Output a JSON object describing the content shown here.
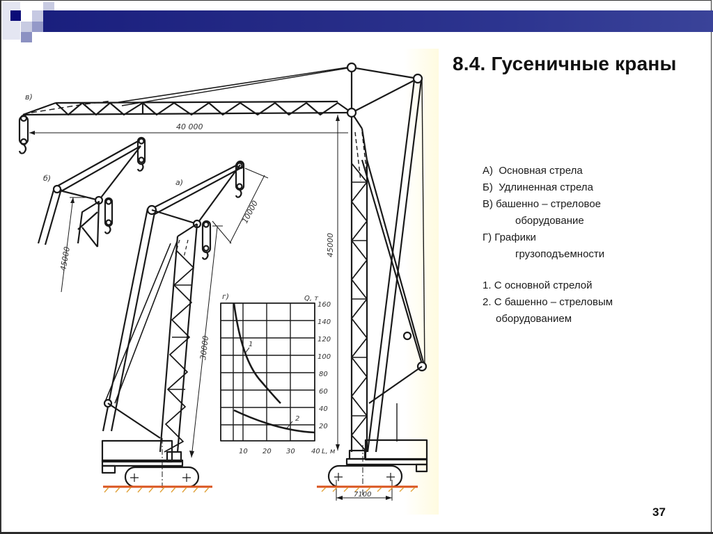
{
  "slide": {
    "title": "8.4. Гусеничные краны",
    "page_number": "37",
    "accent_color": "#1a1f7e"
  },
  "legend_items": [
    {
      "id": "a",
      "marker": "А)",
      "text": "Основная стрела",
      "continuation": ""
    },
    {
      "id": "b",
      "marker": "Б)",
      "text": "Удлиненная стрела",
      "continuation": ""
    },
    {
      "id": "v",
      "marker": "В)",
      "text": "башенно – стреловое",
      "continuation": "оборудование"
    },
    {
      "id": "g",
      "marker": "Г)",
      "text": "Графики",
      "continuation": "грузоподъемности"
    }
  ],
  "graph_curves": [
    {
      "marker": "1.",
      "text": "С основной стрелой",
      "continuation": ""
    },
    {
      "marker": "2.",
      "text": "С башенно – стреловым",
      "continuation": "оборудованием"
    }
  ],
  "diagram": {
    "variant_labels": {
      "a": "а)",
      "b": "б)",
      "v": "в)",
      "g": "г)"
    },
    "dimensions": {
      "tower_jib_reach": "40 000",
      "extended_boom_height": "45000",
      "tower_height": "45000",
      "main_boom_length": "30000",
      "jib_length": "10000",
      "track_base": "7100"
    },
    "load_chart": {
      "y_axis_label": "Q, т",
      "x_axis_label": "L, м",
      "y_ticks": [
        "160",
        "140",
        "120",
        "100",
        "80",
        "60",
        "40",
        "20"
      ],
      "x_ticks": [
        "10",
        "20",
        "30",
        "40"
      ],
      "curve_labels": [
        "1",
        "2"
      ]
    }
  },
  "chart_data": {
    "type": "line",
    "title": "Графики грузоподъемности",
    "xlabel": "L, м",
    "ylabel": "Q, т",
    "xlim": [
      5,
      40
    ],
    "ylim": [
      0,
      160
    ],
    "grid": true,
    "series": [
      {
        "name": "1",
        "x": [
          7,
          10,
          12,
          15,
          18,
          20,
          23,
          26
        ],
        "y": [
          160,
          115,
          95,
          75,
          58,
          50,
          38,
          30
        ]
      },
      {
        "name": "2",
        "x": [
          7,
          10,
          15,
          20,
          25,
          30,
          35,
          40
        ],
        "y": [
          40,
          36,
          30,
          24,
          20,
          17,
          15,
          13
        ]
      }
    ]
  }
}
